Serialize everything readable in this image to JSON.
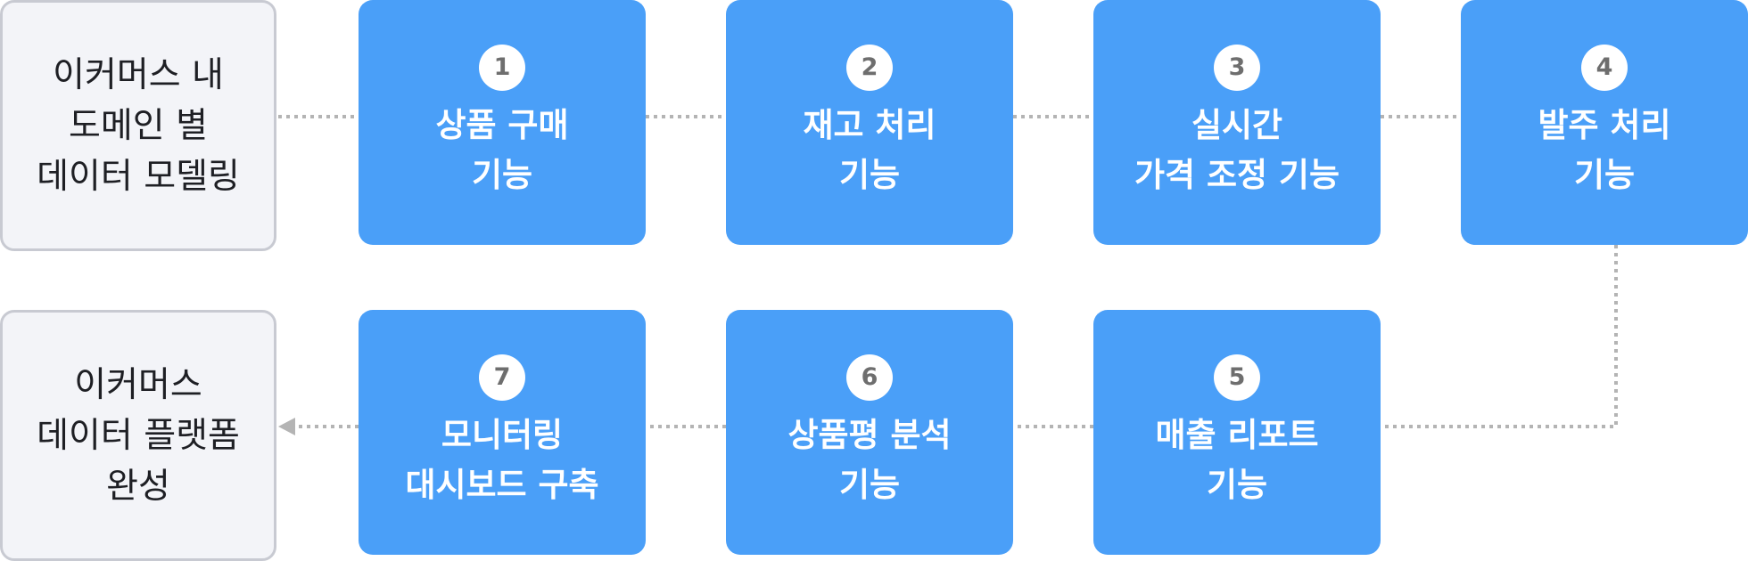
{
  "start": {
    "lines": [
      "이커머스 내",
      "도메인 별",
      "데이터 모델링"
    ]
  },
  "steps": [
    {
      "number": "1",
      "lines": [
        "상품 구매",
        "기능"
      ]
    },
    {
      "number": "2",
      "lines": [
        "재고 처리",
        "기능"
      ]
    },
    {
      "number": "3",
      "lines": [
        "실시간",
        "가격 조정 기능"
      ]
    },
    {
      "number": "4",
      "lines": [
        "발주 처리",
        "기능"
      ]
    },
    {
      "number": "5",
      "lines": [
        "매출 리포트",
        "기능"
      ]
    },
    {
      "number": "6",
      "lines": [
        "상품평 분석",
        "기능"
      ]
    },
    {
      "number": "7",
      "lines": [
        "모니터링",
        "대시보드 구축"
      ]
    }
  ],
  "end": {
    "lines": [
      "이커머스",
      "데이터 플랫폼",
      "완성"
    ]
  },
  "colors": {
    "step_fill": "#4a9ff8",
    "step_text": "#ffffff",
    "badge_fill": "#ffffff",
    "badge_text": "#6e6e6e",
    "terminal_fill": "#f3f4f8",
    "terminal_border": "#c8cad2",
    "connector": "#b4b4b4"
  }
}
